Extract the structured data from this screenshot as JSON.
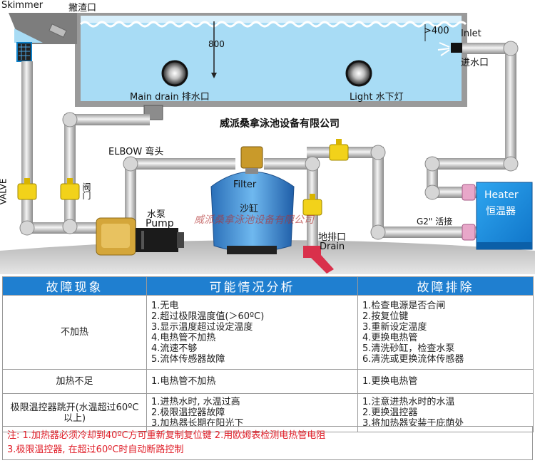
{
  "diagram": {
    "company": "威派桑拿泳池设备有限公司",
    "watermark": "威派桑拿泳池设备有限公司",
    "skimmer_en": "Skimmer",
    "skimmer_zh": "撇渣口",
    "depth": "800",
    "overflow": ">400",
    "inlet_en": "Inlet",
    "inlet_zh": "进水口",
    "main_drain": "Main drain 排水口",
    "light": "Light  水下灯",
    "elbow": "ELBOW 弯头",
    "valve_en": "VALVE",
    "valve_zh": "阀门",
    "pump_zh": "水泵",
    "pump_en": "Pump",
    "filter_en": "Filter",
    "filter_zh": "沙缸",
    "drain_zh": "地排口",
    "drain_en": "Drain",
    "union": "G2\" 活接",
    "heater_en": "Heater",
    "heater_zh": "恒温器",
    "colors": {
      "water": "#a8dcf5",
      "pipe": "#d9d9d9",
      "valve": "#f2d21a",
      "filter": "#3a8fd6",
      "heater": "#1d8fe0",
      "table_header": "#1f7fd0"
    }
  },
  "table": {
    "headers": [
      "故障现象",
      "可能情况分析",
      "故障排除"
    ],
    "rows": [
      {
        "symptom": "不加热",
        "causes": [
          "1.无电",
          "2.超过极限温度值(＞60ºC)",
          "3.显示温度超过设定温度",
          "4.电热管不加热",
          "4.流速不够",
          "5.流体传感器故障"
        ],
        "fixes": [
          "1.检查电源是否合闸",
          "2.按复位键",
          "3.重新设定温度",
          "4.更换电热管",
          "5.清洗砂缸，检查水泵",
          "6.清洗或更换流体传感器"
        ]
      },
      {
        "symptom": "加热不足",
        "causes": [
          "1.电热管不加热"
        ],
        "fixes": [
          "1.更换电热管"
        ]
      },
      {
        "symptom": "极限温控器跳开(水温超过60ºC以上)",
        "causes": [
          "1.进热水时, 水温过高",
          "2.极限温控器故障",
          "3.加热器长期在阳光下"
        ],
        "fixes": [
          "1.注意进热水时的水温",
          "2.更换温控器",
          "3.将加热器安装于庇荫处"
        ]
      }
    ]
  },
  "notes": {
    "line1": "注:  1.加热器必须冷却到40ºC方可重新复制复位键 2.用欧姆表检测电热管电阻",
    "line2": "3.极限温控器, 在超过60ºC时自动断路控制"
  }
}
